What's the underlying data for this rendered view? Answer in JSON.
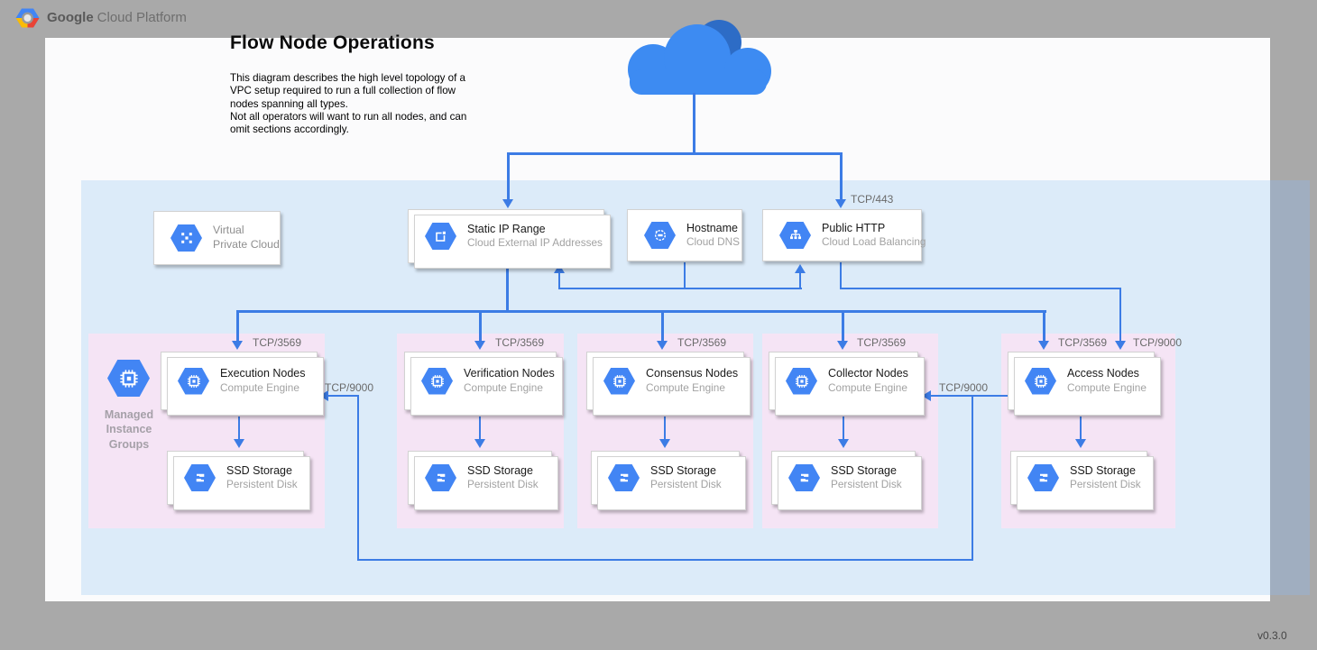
{
  "header": {
    "brand_bold": "Google",
    "brand_rest": "Cloud Platform"
  },
  "title": "Flow Node Operations",
  "description": {
    "p1": "This diagram describes the high level topology of a VPC setup required to run a full collection of flow nodes spanning all types.",
    "p2": "Not all operators will want to run all nodes, and can omit sections accordingly."
  },
  "version": "v0.3.0",
  "labels": {
    "tcp443": "TCP/443",
    "tcp3569": "TCP/3569",
    "tcp9000": "TCP/9000",
    "mig1": "Managed",
    "mig2": "Instance",
    "mig3": "Groups"
  },
  "top_boxes": {
    "vpc": {
      "line1": "Virtual",
      "line2": "Private Cloud"
    },
    "static_ip": {
      "title": "Static IP Range",
      "subtitle": "Cloud External IP Addresses"
    },
    "hostname": {
      "title": "Hostname",
      "subtitle": "Cloud DNS"
    },
    "public_http": {
      "title": "Public HTTP",
      "subtitle": "Cloud Load Balancing"
    }
  },
  "groups": [
    {
      "title": "Execution Nodes",
      "subtitle": "Compute Engine",
      "storage_title": "SSD Storage",
      "storage_subtitle": "Persistent Disk"
    },
    {
      "title": "Verification Nodes",
      "subtitle": "Compute Engine",
      "storage_title": "SSD Storage",
      "storage_subtitle": "Persistent Disk"
    },
    {
      "title": "Consensus Nodes",
      "subtitle": "Compute Engine",
      "storage_title": "SSD Storage",
      "storage_subtitle": "Persistent Disk"
    },
    {
      "title": "Collector Nodes",
      "subtitle": "Compute Engine",
      "storage_title": "SSD Storage",
      "storage_subtitle": "Persistent Disk"
    },
    {
      "title": "Access Nodes",
      "subtitle": "Compute Engine",
      "storage_title": "SSD Storage",
      "storage_subtitle": "Persistent Disk"
    }
  ],
  "colors": {
    "accent_blue": "#4285f4",
    "line_blue": "#3c7ce5",
    "area_blue": "#dcebf9",
    "group_pink": "#f5e4f5",
    "cloud_dark": "#2d6cc6",
    "backdrop": "#a9a9a9"
  }
}
